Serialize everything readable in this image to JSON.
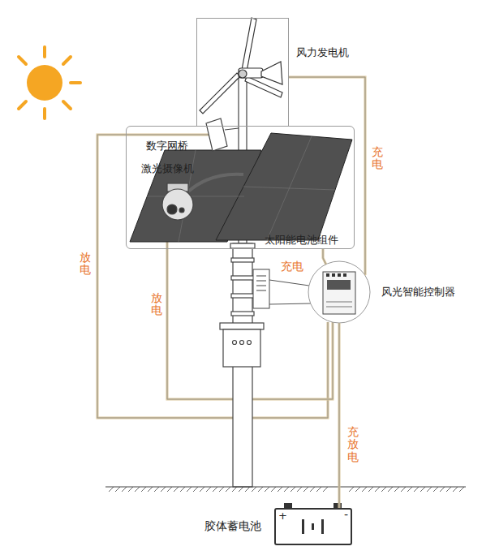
{
  "diagram": {
    "nodes": [
      {
        "text": [
          "风力发电机"
        ]
      },
      {
        "text": [
          "太阳能电池组件"
        ]
      },
      {
        "text": [
          "风光智能控制器"
        ]
      },
      {
        "text": [
          "胶体蓄电池"
        ]
      }
    ],
    "edges": [
      {
        "from": 0,
        "to": 2,
        "label": "充电",
        "arrow": "none"
      },
      {
        "from": 1,
        "to": 2,
        "label": "充电",
        "arrow": "none"
      },
      {
        "from": 2,
        "to": 3,
        "label": "充放电",
        "arrow": "none"
      }
    ],
    "labels": [
      "数字网桥",
      "激光摄像机",
      "放电",
      "放电",
      "+",
      "-"
    ]
  }
}
